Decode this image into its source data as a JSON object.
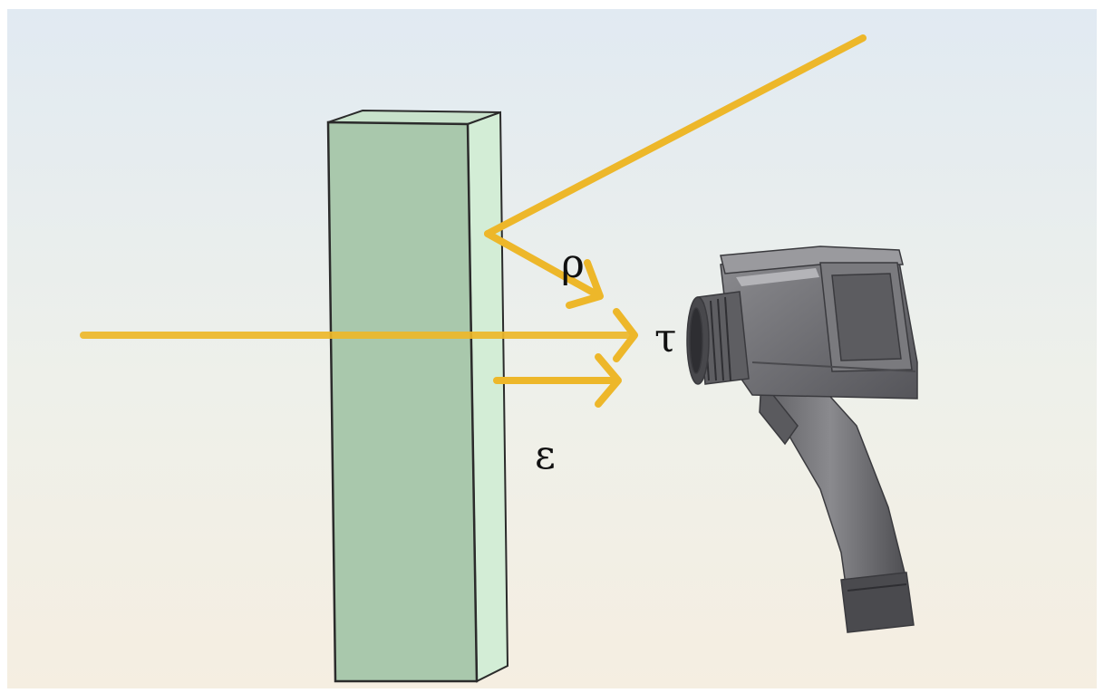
{
  "labels": {
    "reflection": "ρ",
    "transmission": "τ",
    "emission": "ε"
  },
  "colors": {
    "ray": "#EDB72A",
    "panel_front": "#A9C8AC",
    "panel_side": "#D3EDD6",
    "panel_edge": "#2B2B2B",
    "camera_body": "#6E6E72",
    "camera_dark": "#3E3E42",
    "camera_light": "#A4A4A8",
    "background_top": "#E1EAF2",
    "background_bottom": "#F5EEE1"
  },
  "icons": {
    "camera": "thermal-imaging-camera-icon"
  }
}
